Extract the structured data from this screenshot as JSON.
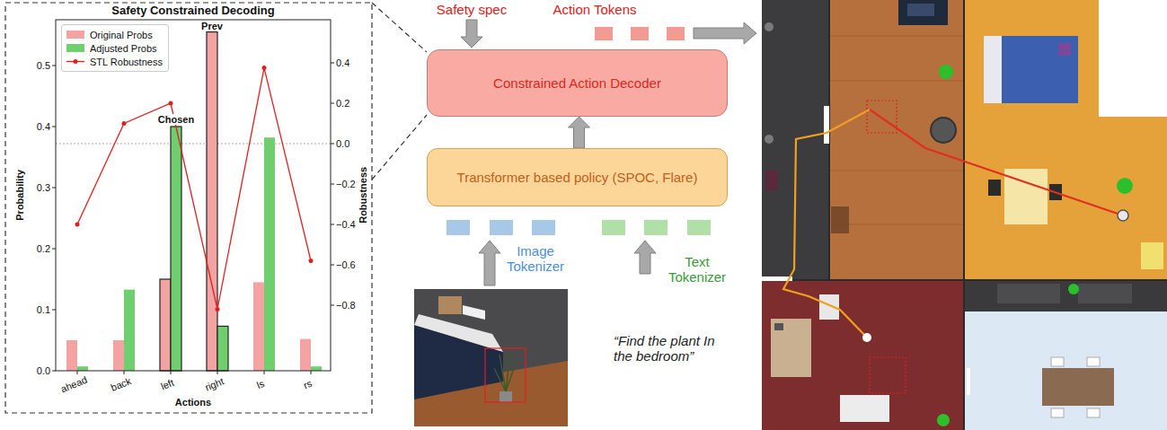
{
  "diagram": {
    "nodes": [
      {
        "text": [
          "Constrained Action Decoder"
        ]
      },
      {
        "text": [
          "Transformer based policy (SPOC, Flare)"
        ]
      }
    ],
    "edges": [
      {
        "from": 1,
        "to": 0,
        "arrow": "to"
      }
    ],
    "labels": [
      "Safety Constrained Decoding",
      "Prev",
      "Chosen",
      "0.0",
      "0.1",
      "0.2",
      "0.3",
      "0.4",
      "0.5",
      "0.4",
      "0.2",
      "0.0",
      "−0.2",
      "−0.4",
      "−0.6",
      "−0.8",
      "Probability",
      "Robustness",
      "ahead",
      "back",
      "left",
      "right",
      "ls",
      "rs",
      "Actions",
      "Safety spec",
      "Action Tokens",
      "Image Tokenizer",
      "Text Tokenizer",
      "“Find the plant In the bedroom”"
    ],
    "legend": [
      {
        "text": "Original Probs",
        "color": "#f4a3a3"
      },
      {
        "text": "Adjusted Probs",
        "color": "#6fcf6f"
      },
      {
        "text": "STL Robustness"
      }
    ]
  }
}
